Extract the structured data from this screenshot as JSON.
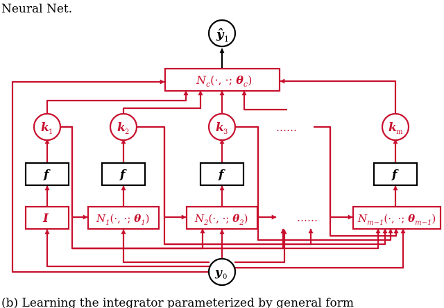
{
  "top_caption": "Neural Net.",
  "bottom_caption": "(b) Learning the integrator parameterized by general form",
  "nodes": {
    "y_hat": "ŷ",
    "y_hat_sub": "1",
    "y0": "y",
    "y0_sub": "0",
    "k1": "k",
    "k1_sub": "1",
    "k2": "k",
    "k2_sub": "2",
    "k3": "k",
    "k3_sub": "3",
    "km": "k",
    "km_sub": "m",
    "dots_top": "……",
    "dots_bottom": "……"
  },
  "boxes": {
    "nc_main": "N",
    "nc_sub": "c",
    "nc_args": "(·, ·; ",
    "nc_theta": "θ",
    "nc_theta_sub": "c",
    "nc_close": ")",
    "f_label": "f",
    "identity": "I",
    "n1_main": "N",
    "n1_sub": "1",
    "n1_args": "(·, ·; ",
    "n1_theta": "θ",
    "n1_theta_sub": "1",
    "n1_close": ")",
    "n2_main": "N",
    "n2_sub": "2",
    "n2_args": "(·, ·; ",
    "n2_theta": "θ",
    "n2_theta_sub": "2",
    "n2_close": ")",
    "nm_main": "N",
    "nm_sub": "m−1",
    "nm_args": "(·, ·; ",
    "nm_theta": "θ",
    "nm_theta_sub": "m−1",
    "nm_close": ")"
  },
  "colors": {
    "accent": "#c8102e",
    "ink": "#000000"
  }
}
